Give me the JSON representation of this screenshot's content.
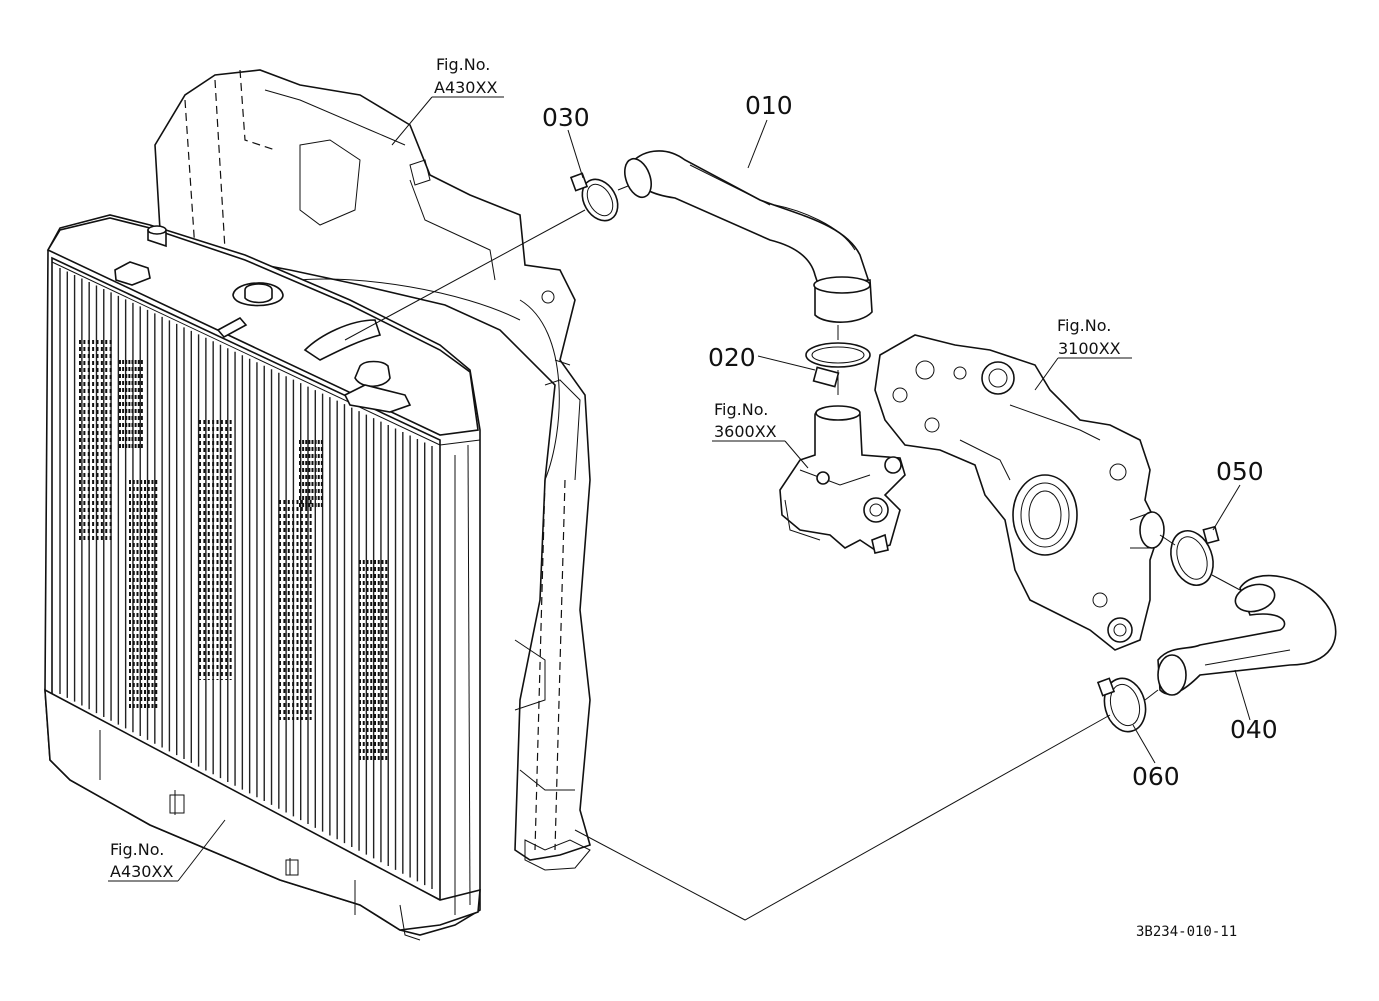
{
  "diagram": {
    "drawing_code": "3B234-010-11",
    "parts": [
      {
        "id": "010",
        "label": "010"
      },
      {
        "id": "020",
        "label": "020"
      },
      {
        "id": "030",
        "label": "030"
      },
      {
        "id": "040",
        "label": "040"
      },
      {
        "id": "050",
        "label": "050"
      },
      {
        "id": "060",
        "label": "060"
      }
    ],
    "figure_refs": [
      {
        "line1": "Fig.No.",
        "line2": "A430XX"
      },
      {
        "line1": "Fig.No.",
        "line2": "3100XX"
      },
      {
        "line1": "Fig.No.",
        "line2": "3600XX"
      },
      {
        "line1": "Fig.No.",
        "line2": "A430XX"
      }
    ]
  }
}
